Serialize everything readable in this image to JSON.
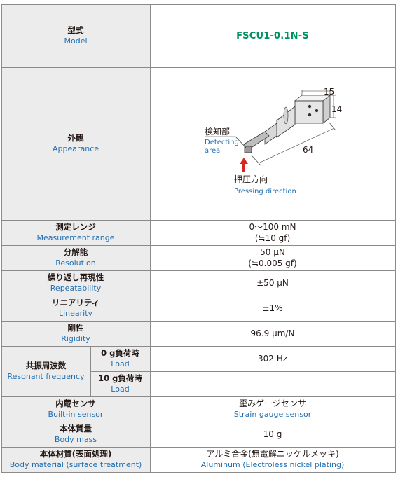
{
  "table": {
    "model": {
      "jp": "型式",
      "en": "Model",
      "value": "FSCU1-0.1N-S"
    },
    "appearance": {
      "jp": "外観",
      "en": "Appearance"
    },
    "drawing": {
      "detect_jp": "検知部",
      "detect_en_1": "Detecting",
      "detect_en_2": "area",
      "press_jp": "押圧方向",
      "press_en": "Pressing direction",
      "dim_width": "15",
      "dim_height": "14",
      "dim_length": "64"
    },
    "measurement_range": {
      "jp": "測定レンジ",
      "en": "Measurement range",
      "value_1": "0〜100 mN",
      "value_2": "(≒10 gf)"
    },
    "resolution": {
      "jp": "分解能",
      "en": "Resolution",
      "value_1": "50 μN",
      "value_2": "(≒0.005 gf)"
    },
    "repeatability": {
      "jp": "繰り返し再現性",
      "en": "Repeatability",
      "value": "±50 μN"
    },
    "linearity": {
      "jp": "リニアリティ",
      "en": "Linearity",
      "value": "±1%"
    },
    "rigidity": {
      "jp": "剛性",
      "en": "Rigidity",
      "value": "96.9 μm/N"
    },
    "resonant_frequency": {
      "jp": "共振周波数",
      "en": "Resonant frequency",
      "load_0": {
        "jp": "0 g負荷時",
        "en": "Load",
        "value": "302 Hz"
      },
      "load_10": {
        "jp": "10 g負荷時",
        "en": "Load",
        "value": ""
      }
    },
    "built_in_sensor": {
      "jp": "内蔵センサ",
      "en": "Built-in sensor",
      "value_jp": "歪みゲージセンサ",
      "value_en": "Strain gauge sensor"
    },
    "body_mass": {
      "jp": "本体質量",
      "en": "Body mass",
      "value": "10 g"
    },
    "body_material": {
      "jp": "本体材質(表面処理)",
      "en": "Body material (surface treatment)",
      "value_jp": "アルミ合金(無電解ニッケルメッキ)",
      "value_en": "Aluminum (Electroless nickel plating)"
    }
  },
  "colors": {
    "accent_green": "#00915f",
    "english_blue": "#1f6fb4",
    "label_bg": "#ececec",
    "rule": "#8a8a8a"
  }
}
